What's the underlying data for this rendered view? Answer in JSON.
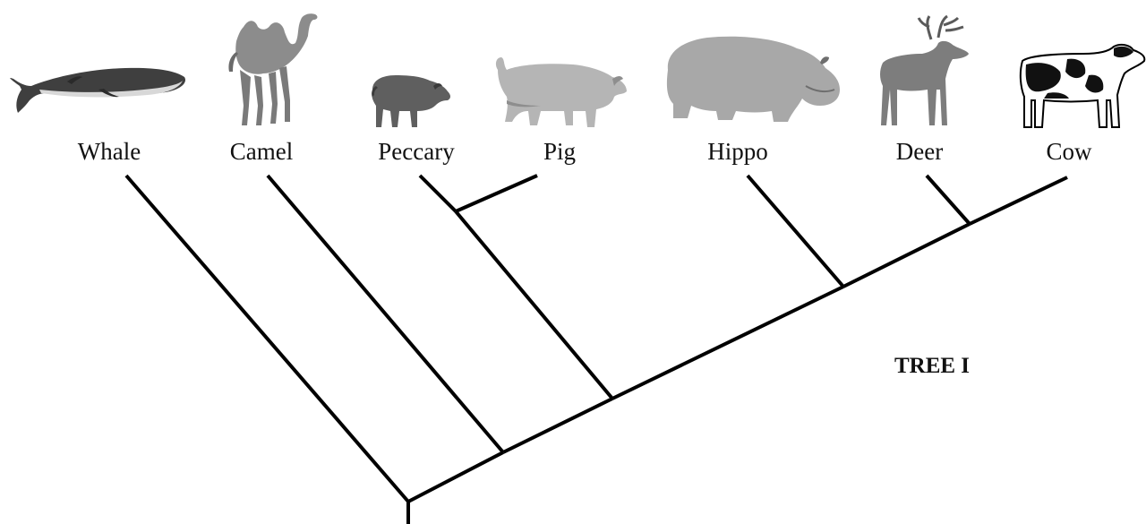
{
  "tree": {
    "title": "TREE I",
    "taxa": [
      {
        "id": "whale",
        "label": "Whale",
        "icon": "whale-icon"
      },
      {
        "id": "camel",
        "label": "Camel",
        "icon": "camel-icon"
      },
      {
        "id": "peccary",
        "label": "Peccary",
        "icon": "peccary-icon"
      },
      {
        "id": "pig",
        "label": "Pig",
        "icon": "pig-icon"
      },
      {
        "id": "hippo",
        "label": "Hippo",
        "icon": "hippo-icon"
      },
      {
        "id": "deer",
        "label": "Deer",
        "icon": "deer-icon"
      },
      {
        "id": "cow",
        "label": "Cow",
        "icon": "cow-icon"
      }
    ],
    "topology": "(Whale,(Camel,((Peccary,Pig),(Hippo,(Deer,Cow)))))"
  }
}
